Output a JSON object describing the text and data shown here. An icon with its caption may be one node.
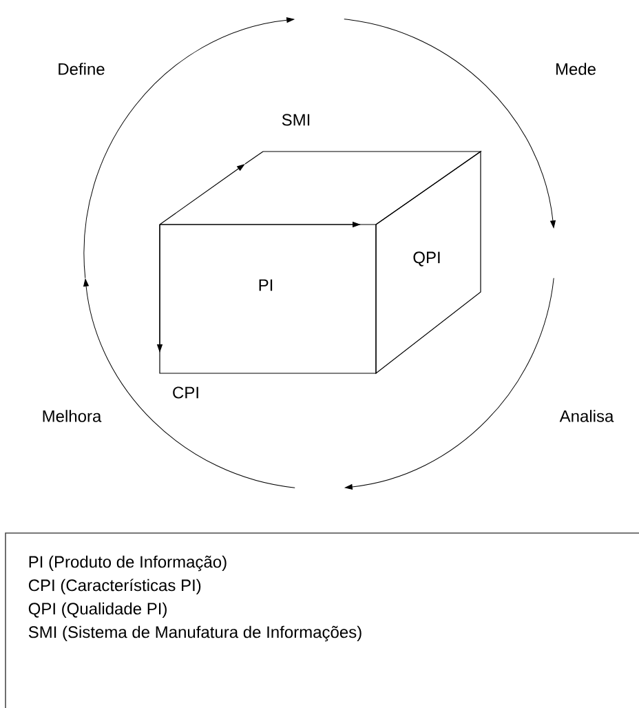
{
  "diagram": {
    "nodes": [
      {
        "text": [
          "PI"
        ]
      },
      {
        "text": [
          "QPI"
        ]
      },
      {
        "text": [
          "PI (Produto de Informação)",
          "CPI (Características PI)",
          "QPI (Qualidade PI)",
          "SMI (Sistema de Manufatura de Informações)"
        ]
      }
    ],
    "labels": [
      "Define",
      "Mede",
      "SMI",
      "CPI",
      "Melhora",
      "Analisa"
    ]
  }
}
